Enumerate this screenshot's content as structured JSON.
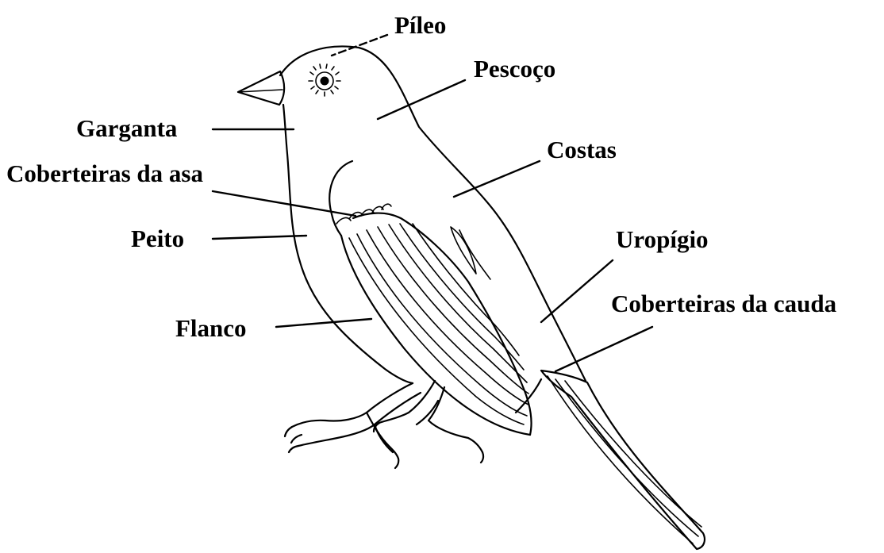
{
  "labels": {
    "pileo": "Píleo",
    "pescoco": "Pescoço",
    "garganta": "Garganta",
    "costas": "Costas",
    "coberteiras_asa": "Coberteiras da asa",
    "peito": "Peito",
    "uropigio": "Uropígio",
    "coberteiras_cauda": "Coberteiras da cauda",
    "flanco": "Flanco"
  }
}
